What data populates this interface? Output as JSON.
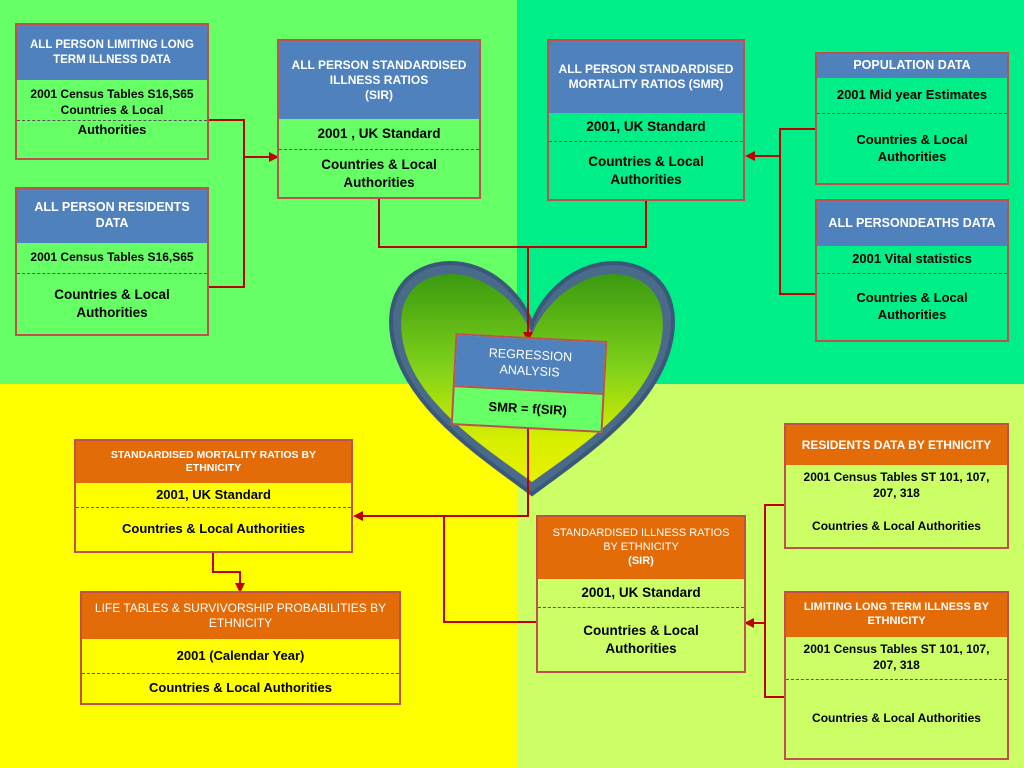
{
  "colors": {
    "tl": "#66ff66",
    "tr": "#00ee88",
    "bl": "#ffff00",
    "br": "#ccff66",
    "header_blue": "#4f81bd",
    "header_orange": "#e36c09",
    "border": "#c0504d",
    "arrow": "#c00000"
  },
  "llti": {
    "title": "ALL PERSON LIMITING LONG TERM ILLNESS DATA",
    "row1": "2001 Census Tables S16,S65\nCountries & Local",
    "row2": "Authorities"
  },
  "residents": {
    "title": "ALL PERSON RESIDENTS DATA",
    "row1": "2001 Census Tables S16,S65",
    "row2": "Countries & Local\nAuthorities"
  },
  "sir": {
    "title": "ALL PERSON STANDARDISED ILLNESS RATIOS\n(SIR)",
    "row1": "2001 , UK Standard",
    "row2": "Countries & Local\nAuthorities"
  },
  "smr": {
    "title": "ALL PERSON STANDARDISED MORTALITY RATIOS (SMR)",
    "row1": "2001, UK Standard",
    "row2": "Countries & Local\nAuthorities"
  },
  "population": {
    "title": "POPULATION DATA",
    "row1": "2001 Mid year Estimates",
    "row2": "Countries & Local\nAuthorities"
  },
  "deaths": {
    "title": "ALL PERSONDEATHS DATA",
    "row1": "2001 Vital statistics",
    "row2": "Countries & Local\nAuthorities"
  },
  "regression": {
    "title": "REGRESSION\nANALYSIS",
    "formula": "SMR = f(SIR)"
  },
  "smr_eth": {
    "title": "STANDARDISED MORTALITY  RATIOS BY ETHNICITY",
    "row1": "2001, UK Standard",
    "row2": "Countries & Local Authorities"
  },
  "life": {
    "title": "LIFE TABLES & SURVIVORSHIP PROBABILITIES BY ETHNICITY",
    "row1": "2001 (Calendar Year)",
    "row2": "Countries & Local Authorities"
  },
  "sir_eth": {
    "title": "STANDARDISED ILLNESS  RATIOS BY ETHNICITY",
    "title2": "(SIR)",
    "row1": "2001, UK Standard",
    "row2": "Countries & Local\nAuthorities"
  },
  "res_eth": {
    "title": "RESIDENTS DATA BY ETHNICITY",
    "row1": "2001 Census Tables ST 101, 107,\n207, 318",
    "row2": "Countries & Local Authorities"
  },
  "llti_eth": {
    "title": "LIMITING LONG TERM ILLNESS  BY ETHNICITY",
    "row1": "2001 Census Tables ST 101, 107,\n207, 318",
    "row2": "Countries & Local Authorities"
  }
}
